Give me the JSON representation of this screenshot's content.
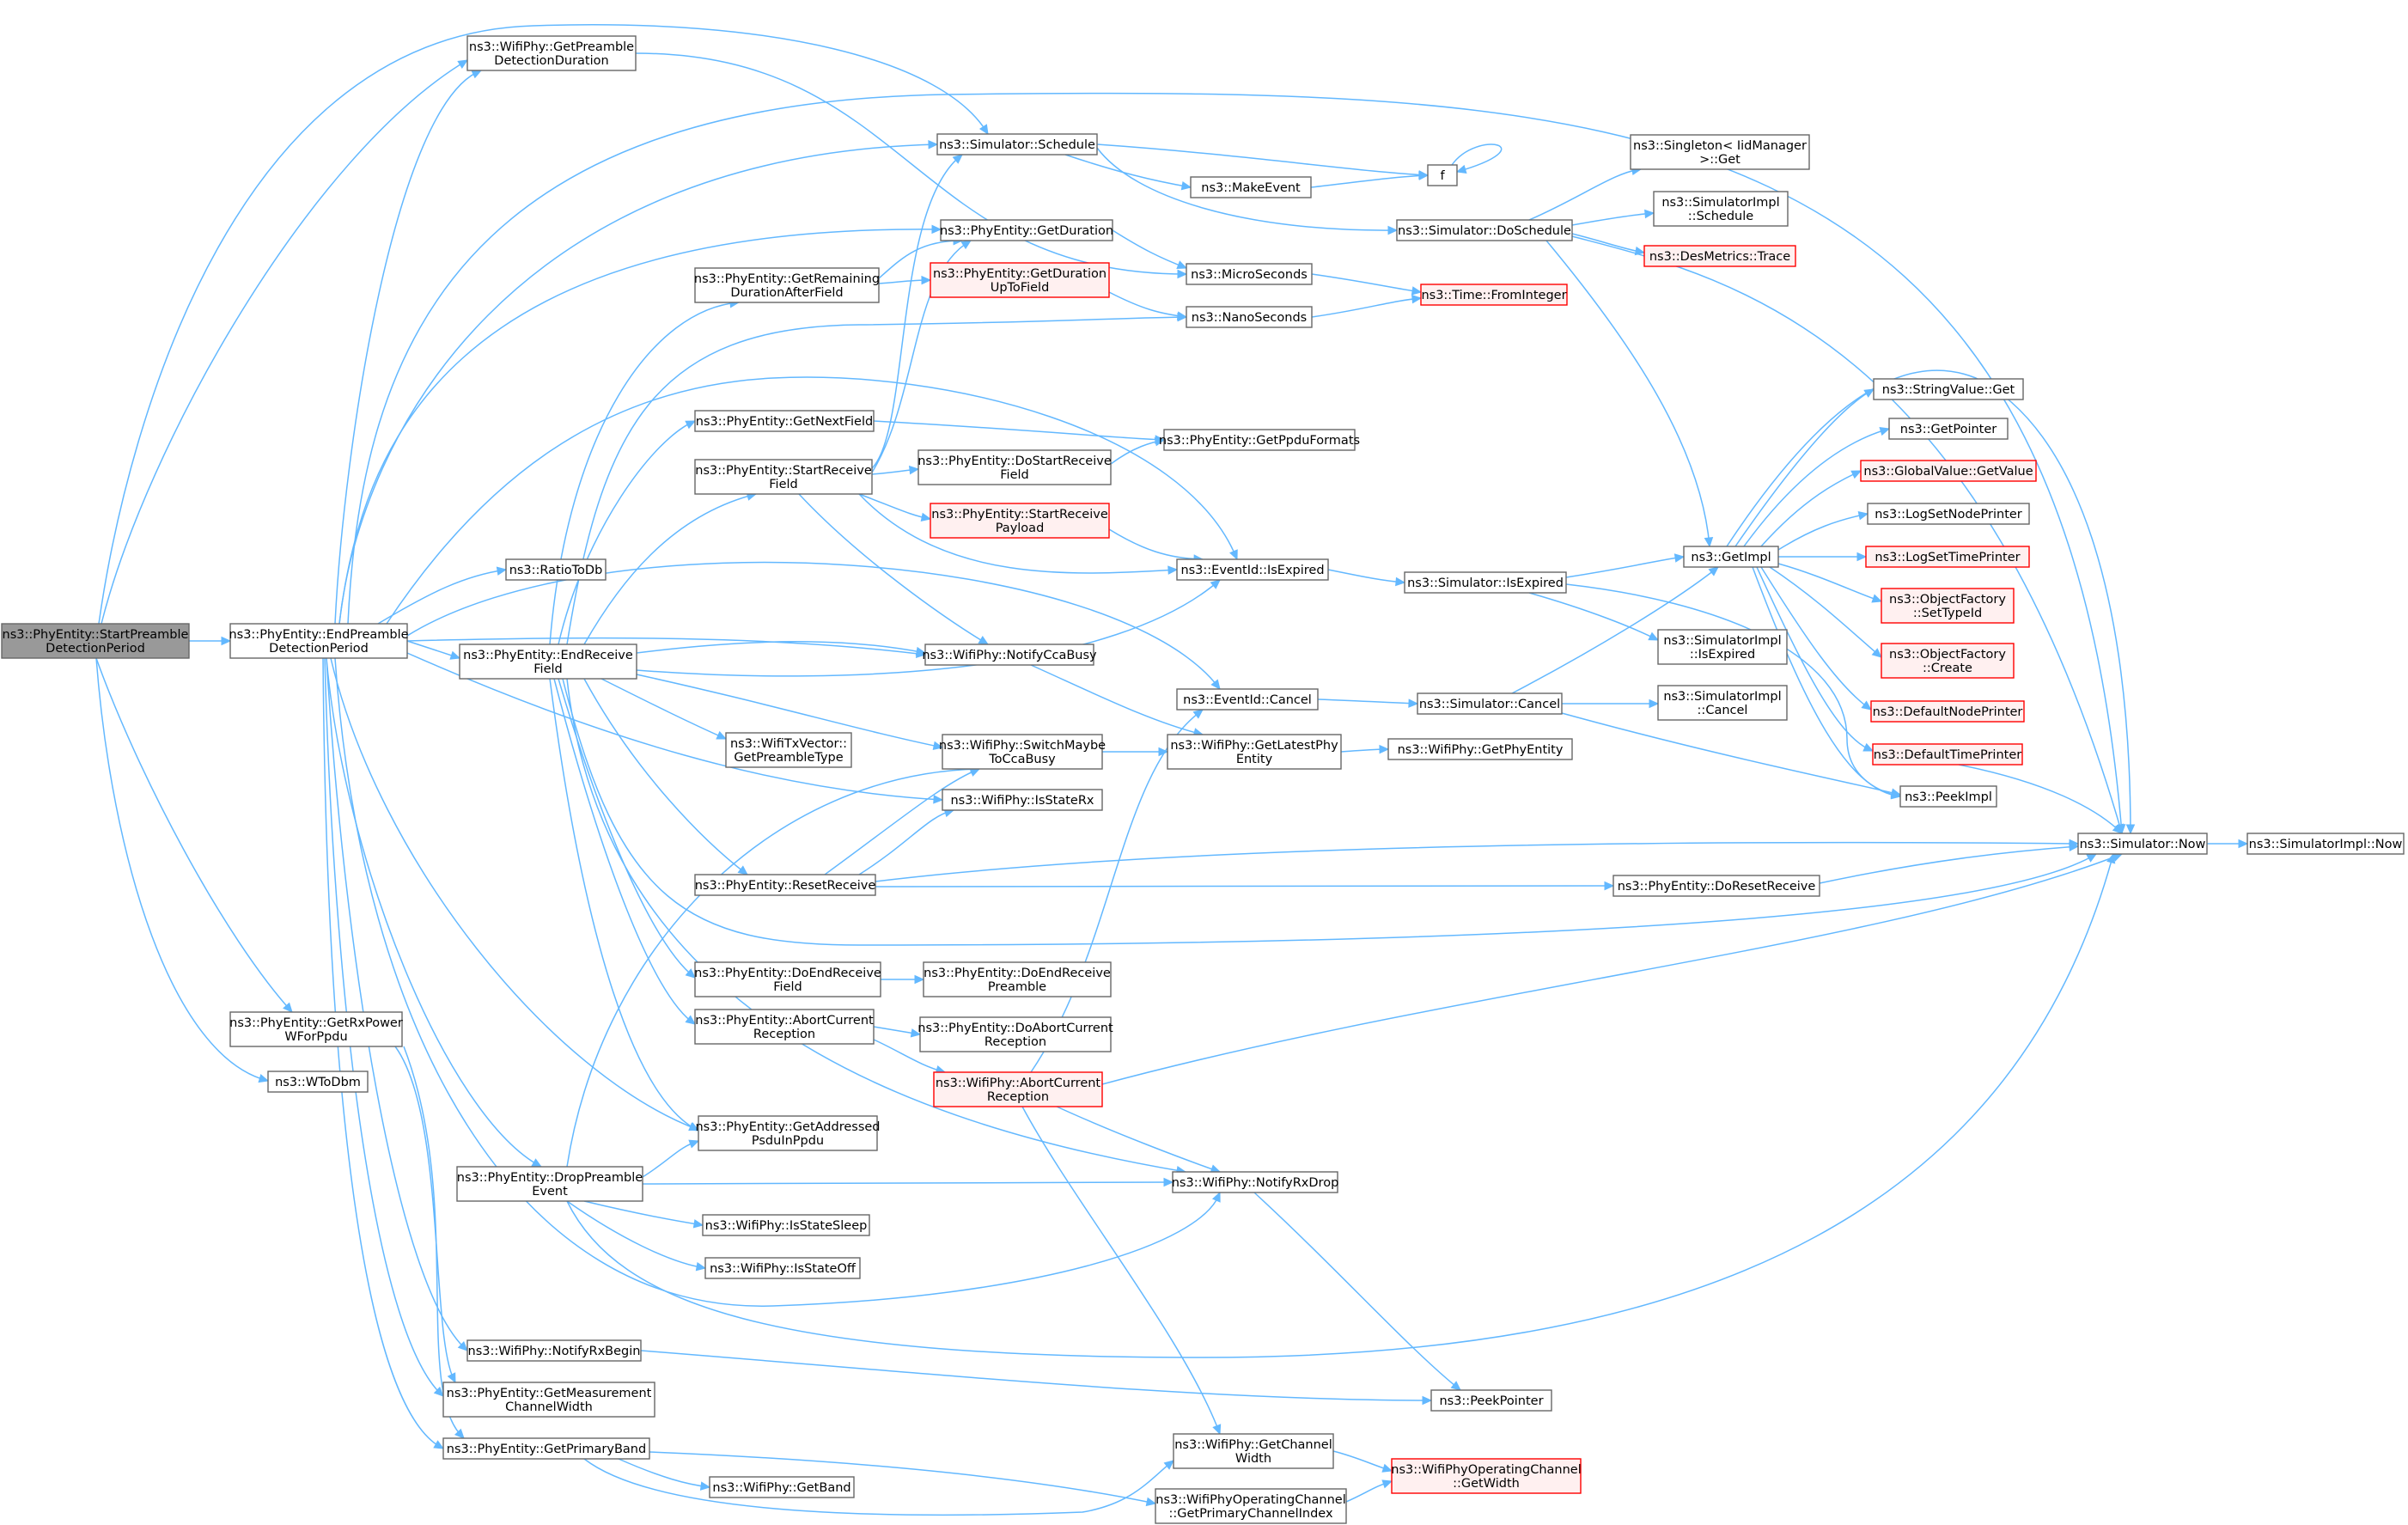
{
  "title": "",
  "colors": {
    "edge": "#63b8ff",
    "node_border": "#666666",
    "node_fill": "#ffffff",
    "root_fill": "#999999",
    "incomplete_border": "#ff0000",
    "incomplete_fill": "#fff0f0",
    "text": "#000000"
  },
  "nodes": [
    {
      "id": "root",
      "lines": [
        "ns3::PhyEntity::StartPreamble",
        "DetectionPeriod"
      ],
      "style": "root"
    },
    {
      "id": "epdp",
      "lines": [
        "ns3::PhyEntity::EndPreamble",
        "DetectionPeriod"
      ]
    },
    {
      "id": "wgpdd",
      "lines": [
        "ns3::WifiPhy::GetPreamble",
        "DetectionDuration"
      ]
    },
    {
      "id": "grpw",
      "lines": [
        "ns3::PhyEntity::GetRxPower",
        "WForPpdu"
      ]
    },
    {
      "id": "wtodbm",
      "lines": [
        "ns3::WToDbm"
      ]
    },
    {
      "id": "ratiotodb",
      "lines": [
        "ns3::RatioToDb"
      ]
    },
    {
      "id": "erf",
      "lines": [
        "ns3::PhyEntity::EndReceive",
        "Field"
      ]
    },
    {
      "id": "dpe",
      "lines": [
        "ns3::PhyEntity::DropPreamble",
        "Event"
      ]
    },
    {
      "id": "nrb",
      "lines": [
        "ns3::WifiPhy::NotifyRxBegin"
      ]
    },
    {
      "id": "gmcw",
      "lines": [
        "ns3::PhyEntity::GetMeasurement",
        "ChannelWidth"
      ]
    },
    {
      "id": "gpb",
      "lines": [
        "ns3::PhyEntity::GetPrimaryBand"
      ]
    },
    {
      "id": "grdaf",
      "lines": [
        "ns3::PhyEntity::GetRemaining",
        "DurationAfterField"
      ]
    },
    {
      "id": "gnf",
      "lines": [
        "ns3::PhyEntity::GetNextField"
      ]
    },
    {
      "id": "srf",
      "lines": [
        "ns3::PhyEntity::StartReceive",
        "Field"
      ]
    },
    {
      "id": "txvgpt",
      "lines": [
        "ns3::WifiTxVector::",
        "GetPreambleType"
      ]
    },
    {
      "id": "rr",
      "lines": [
        "ns3::PhyEntity::ResetReceive"
      ]
    },
    {
      "id": "derf",
      "lines": [
        "ns3::PhyEntity::DoEndReceive",
        "Field"
      ]
    },
    {
      "id": "acr",
      "lines": [
        "ns3::PhyEntity::AbortCurrent",
        "Reception"
      ]
    },
    {
      "id": "gapip",
      "lines": [
        "ns3::PhyEntity::GetAddressed",
        "PsduInPpdu"
      ]
    },
    {
      "id": "iss",
      "lines": [
        "ns3::WifiPhy::IsStateSleep"
      ]
    },
    {
      "id": "iso",
      "lines": [
        "ns3::WifiPhy::IsStateOff"
      ]
    },
    {
      "id": "getband",
      "lines": [
        "ns3::WifiPhy::GetBand"
      ]
    },
    {
      "id": "schedule",
      "lines": [
        "ns3::Simulator::Schedule"
      ]
    },
    {
      "id": "getdur",
      "lines": [
        "ns3::PhyEntity::GetDuration"
      ]
    },
    {
      "id": "gdutf",
      "lines": [
        "ns3::PhyEntity::GetDuration",
        "UpToField"
      ],
      "style": "incomplete"
    },
    {
      "id": "dsrf",
      "lines": [
        "ns3::PhyEntity::DoStartReceive",
        "Field"
      ]
    },
    {
      "id": "srp",
      "lines": [
        "ns3::PhyEntity::StartReceive",
        "Payload"
      ],
      "style": "incomplete"
    },
    {
      "id": "ncb",
      "lines": [
        "ns3::WifiPhy::NotifyCcaBusy"
      ]
    },
    {
      "id": "smtcb",
      "lines": [
        "ns3::WifiPhy::SwitchMaybe",
        "ToCcaBusy"
      ]
    },
    {
      "id": "isrx",
      "lines": [
        "ns3::WifiPhy::IsStateRx"
      ]
    },
    {
      "id": "derp",
      "lines": [
        "ns3::PhyEntity::DoEndReceive",
        "Preamble"
      ]
    },
    {
      "id": "dacr",
      "lines": [
        "ns3::PhyEntity::DoAbortCurrent",
        "Reception"
      ]
    },
    {
      "id": "wacr",
      "lines": [
        "ns3::WifiPhy::AbortCurrent",
        "Reception"
      ],
      "style": "incomplete"
    },
    {
      "id": "makeevent",
      "lines": [
        "ns3::MakeEvent"
      ]
    },
    {
      "id": "microsec",
      "lines": [
        "ns3::MicroSeconds"
      ]
    },
    {
      "id": "nanosec",
      "lines": [
        "ns3::NanoSeconds"
      ]
    },
    {
      "id": "gppduf",
      "lines": [
        "ns3::PhyEntity::GetPpduFormats"
      ]
    },
    {
      "id": "isexpired",
      "lines": [
        "ns3::EventId::IsExpired"
      ]
    },
    {
      "id": "cancel",
      "lines": [
        "ns3::EventId::Cancel"
      ]
    },
    {
      "id": "glpe",
      "lines": [
        "ns3::WifiPhy::GetLatestPhy",
        "Entity"
      ]
    },
    {
      "id": "nrd",
      "lines": [
        "ns3::WifiPhy::NotifyRxDrop"
      ]
    },
    {
      "id": "gcw",
      "lines": [
        "ns3::WifiPhy::GetChannel",
        "Width"
      ]
    },
    {
      "id": "gpci",
      "lines": [
        "ns3::WifiPhyOperatingChannel",
        "::GetPrimaryChannelIndex"
      ]
    },
    {
      "id": "f",
      "lines": [
        "f"
      ]
    },
    {
      "id": "doschedule",
      "lines": [
        "ns3::Simulator::DoSchedule"
      ]
    },
    {
      "id": "fromint",
      "lines": [
        "ns3::Time::FromInteger"
      ],
      "style": "incomplete"
    },
    {
      "id": "simisexp",
      "lines": [
        "ns3::Simulator::IsExpired"
      ]
    },
    {
      "id": "simcancel",
      "lines": [
        "ns3::Simulator::Cancel"
      ]
    },
    {
      "id": "getphyent",
      "lines": [
        "ns3::WifiPhy::GetPhyEntity"
      ]
    },
    {
      "id": "getwidth",
      "lines": [
        "ns3::WifiPhyOperatingChannel",
        "::GetWidth"
      ],
      "style": "incomplete"
    },
    {
      "id": "resetrx",
      "lines": [
        "ns3::PhyEntity::DoResetReceive"
      ]
    },
    {
      "id": "peekptr",
      "lines": [
        "ns3::PeekPointer"
      ]
    },
    {
      "id": "singleton",
      "lines": [
        "ns3::Singleton< IidManager",
        ">::Get"
      ]
    },
    {
      "id": "simimplsched",
      "lines": [
        "ns3::SimulatorImpl",
        "::Schedule"
      ]
    },
    {
      "id": "desmetrics",
      "lines": [
        "ns3::DesMetrics::Trace"
      ],
      "style": "incomplete"
    },
    {
      "id": "getimpl",
      "lines": [
        "ns3::GetImpl"
      ]
    },
    {
      "id": "simimplisexp",
      "lines": [
        "ns3::SimulatorImpl",
        "::IsExpired"
      ]
    },
    {
      "id": "simimplcancel",
      "lines": [
        "ns3::SimulatorImpl",
        "::Cancel"
      ]
    },
    {
      "id": "strget",
      "lines": [
        "ns3::StringValue::Get"
      ]
    },
    {
      "id": "getpointer",
      "lines": [
        "ns3::GetPointer"
      ]
    },
    {
      "id": "gvgetvalue",
      "lines": [
        "ns3::GlobalValue::GetValue"
      ],
      "style": "incomplete"
    },
    {
      "id": "logsetnode",
      "lines": [
        "ns3::LogSetNodePrinter"
      ]
    },
    {
      "id": "logsettime",
      "lines": [
        "ns3::LogSetTimePrinter"
      ],
      "style": "incomplete"
    },
    {
      "id": "ofsettype",
      "lines": [
        "ns3::ObjectFactory",
        "::SetTypeId"
      ],
      "style": "incomplete"
    },
    {
      "id": "ofcreate",
      "lines": [
        "ns3::ObjectFactory",
        "::Create"
      ],
      "style": "incomplete"
    },
    {
      "id": "defnode",
      "lines": [
        "ns3::DefaultNodePrinter"
      ],
      "style": "incomplete"
    },
    {
      "id": "deftime",
      "lines": [
        "ns3::DefaultTimePrinter"
      ],
      "style": "incomplete"
    },
    {
      "id": "peekimpl",
      "lines": [
        "ns3::PeekImpl"
      ]
    },
    {
      "id": "simnow",
      "lines": [
        "ns3::Simulator::Now"
      ]
    },
    {
      "id": "simimplnow",
      "lines": [
        "ns3::SimulatorImpl::Now"
      ]
    }
  ],
  "edges": [
    [
      "root",
      "epdp"
    ],
    [
      "root",
      "wgpdd"
    ],
    [
      "root",
      "schedule"
    ],
    [
      "root",
      "grpw"
    ],
    [
      "root",
      "wtodbm"
    ],
    [
      "epdp",
      "wgpdd"
    ],
    [
      "epdp",
      "schedule"
    ],
    [
      "epdp",
      "simnow"
    ],
    [
      "epdp",
      "getdur"
    ],
    [
      "epdp",
      "ratiotodb"
    ],
    [
      "epdp",
      "erf"
    ],
    [
      "epdp",
      "ncb"
    ],
    [
      "epdp",
      "isrx"
    ],
    [
      "epdp",
      "isexpired"
    ],
    [
      "epdp",
      "cancel"
    ],
    [
      "epdp",
      "dpe"
    ],
    [
      "epdp",
      "nrb"
    ],
    [
      "epdp",
      "gmcw"
    ],
    [
      "epdp",
      "gpb"
    ],
    [
      "epdp",
      "gapip"
    ],
    [
      "epdp",
      "nrd"
    ],
    [
      "wgpdd",
      "microsec"
    ],
    [
      "grpw",
      "gmcw"
    ],
    [
      "grpw",
      "gpb"
    ],
    [
      "erf",
      "grdaf"
    ],
    [
      "erf",
      "nanosec"
    ],
    [
      "erf",
      "gnf"
    ],
    [
      "erf",
      "srf"
    ],
    [
      "erf",
      "ncb"
    ],
    [
      "erf",
      "isexpired"
    ],
    [
      "erf",
      "txvgpt"
    ],
    [
      "erf",
      "smtcb"
    ],
    [
      "erf",
      "rr"
    ],
    [
      "erf",
      "derf"
    ],
    [
      "erf",
      "acr"
    ],
    [
      "erf",
      "gapip"
    ],
    [
      "erf",
      "simnow"
    ],
    [
      "erf",
      "nrd"
    ],
    [
      "dpe",
      "gapip"
    ],
    [
      "dpe",
      "nrd"
    ],
    [
      "dpe",
      "iss"
    ],
    [
      "dpe",
      "iso"
    ],
    [
      "dpe",
      "smtcb"
    ],
    [
      "dpe",
      "simnow"
    ],
    [
      "nrb",
      "peekptr"
    ],
    [
      "gpb",
      "getband"
    ],
    [
      "gpb",
      "gcw"
    ],
    [
      "gpb",
      "gpci"
    ],
    [
      "grdaf",
      "getdur"
    ],
    [
      "grdaf",
      "gdutf"
    ],
    [
      "gnf",
      "gppduf"
    ],
    [
      "srf",
      "schedule"
    ],
    [
      "srf",
      "getdur"
    ],
    [
      "srf",
      "dsrf"
    ],
    [
      "srf",
      "srp"
    ],
    [
      "srf",
      "isexpired"
    ],
    [
      "srf",
      "ncb"
    ],
    [
      "rr",
      "smtcb"
    ],
    [
      "rr",
      "isrx"
    ],
    [
      "rr",
      "simnow"
    ],
    [
      "rr",
      "resetrx"
    ],
    [
      "derf",
      "derp"
    ],
    [
      "acr",
      "dacr"
    ],
    [
      "acr",
      "wacr"
    ],
    [
      "wacr",
      "cancel"
    ],
    [
      "wacr",
      "nrd"
    ],
    [
      "wacr",
      "gcw"
    ],
    [
      "wacr",
      "simnow"
    ],
    [
      "schedule",
      "makeevent"
    ],
    [
      "schedule",
      "f"
    ],
    [
      "schedule",
      "doschedule"
    ],
    [
      "getdur",
      "microsec"
    ],
    [
      "gdutf",
      "nanosec"
    ],
    [
      "dsrf",
      "gppduf"
    ],
    [
      "srp",
      "isexpired"
    ],
    [
      "ncb",
      "glpe"
    ],
    [
      "smtcb",
      "glpe"
    ],
    [
      "makeevent",
      "f"
    ],
    [
      "f",
      "f"
    ],
    [
      "microsec",
      "fromint"
    ],
    [
      "nanosec",
      "fromint"
    ],
    [
      "isexpired",
      "simisexp"
    ],
    [
      "cancel",
      "simcancel"
    ],
    [
      "glpe",
      "getphyent"
    ],
    [
      "nrd",
      "peekptr"
    ],
    [
      "gcw",
      "getwidth"
    ],
    [
      "gpci",
      "getwidth"
    ],
    [
      "doschedule",
      "singleton"
    ],
    [
      "doschedule",
      "simimplsched"
    ],
    [
      "doschedule",
      "desmetrics"
    ],
    [
      "doschedule",
      "getimpl"
    ],
    [
      "doschedule",
      "simnow"
    ],
    [
      "simisexp",
      "getimpl"
    ],
    [
      "simisexp",
      "simimplisexp"
    ],
    [
      "simisexp",
      "peekimpl"
    ],
    [
      "simcancel",
      "getimpl"
    ],
    [
      "simcancel",
      "simimplcancel"
    ],
    [
      "simcancel",
      "peekimpl"
    ],
    [
      "resetrx",
      "simnow"
    ],
    [
      "getimpl",
      "strget"
    ],
    [
      "getimpl",
      "getpointer"
    ],
    [
      "getimpl",
      "gvgetvalue"
    ],
    [
      "getimpl",
      "logsetnode"
    ],
    [
      "getimpl",
      "logsettime"
    ],
    [
      "getimpl",
      "ofsettype"
    ],
    [
      "getimpl",
      "ofcreate"
    ],
    [
      "getimpl",
      "defnode"
    ],
    [
      "getimpl",
      "deftime"
    ],
    [
      "getimpl",
      "peekimpl"
    ],
    [
      "getimpl",
      "simnow"
    ],
    [
      "deftime",
      "simnow"
    ],
    [
      "simnow",
      "simimplnow"
    ]
  ]
}
